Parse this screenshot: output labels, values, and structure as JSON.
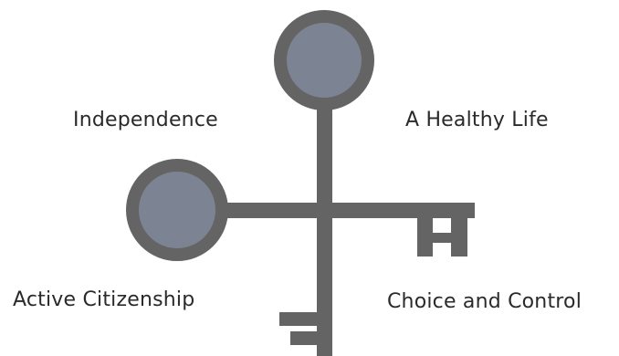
{
  "diagram": {
    "labels": {
      "top_left": "Independence",
      "top_right": "A Healthy Life",
      "bottom_left": "Active Citizenship",
      "bottom_right": "Choice and Control"
    },
    "colors": {
      "key_body": "#646464",
      "bow_fill": "#7c8392",
      "background": "#ffffff",
      "text": "#2a2a2a"
    }
  }
}
